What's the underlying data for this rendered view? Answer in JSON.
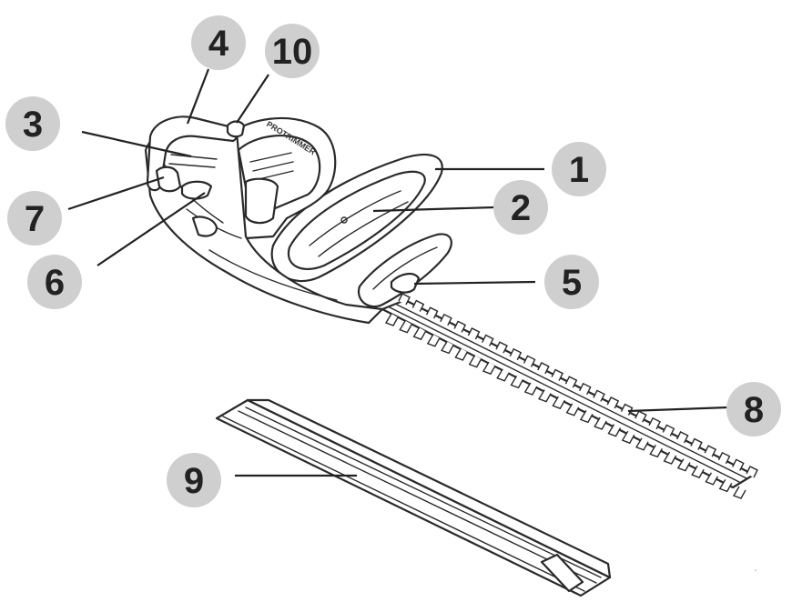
{
  "diagram": {
    "brand_marking": "PROTRIMMER",
    "callouts": [
      {
        "id": "1",
        "label": "1"
      },
      {
        "id": "2",
        "label": "2"
      },
      {
        "id": "3",
        "label": "3"
      },
      {
        "id": "4",
        "label": "4"
      },
      {
        "id": "5",
        "label": "5"
      },
      {
        "id": "6",
        "label": "6"
      },
      {
        "id": "7",
        "label": "7"
      },
      {
        "id": "8",
        "label": "8"
      },
      {
        "id": "9",
        "label": "9"
      },
      {
        "id": "10",
        "label": "10"
      }
    ],
    "colors": {
      "callout_fill": "#cfcfcf",
      "line": "#222222",
      "label": "#222222"
    }
  }
}
